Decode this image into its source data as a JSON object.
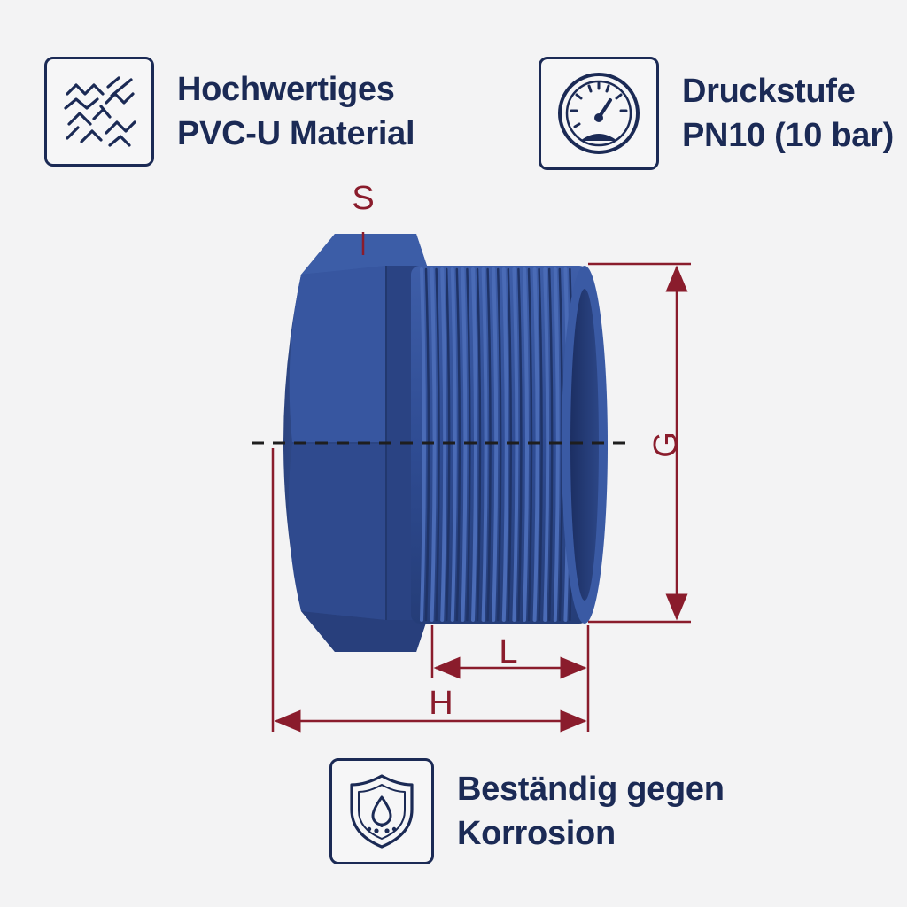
{
  "features": {
    "material": {
      "icon": "crosshatch-material-icon",
      "line1": "Hochwertiges",
      "line2": "PVC-U Material"
    },
    "pressure": {
      "icon": "pressure-gauge-icon",
      "line1": "Druckstufe",
      "line2": "PN10 (10 bar)"
    },
    "corrosion": {
      "icon": "shield-droplet-icon",
      "line1": "Beständig gegen",
      "line2": "Korrosion"
    }
  },
  "dimensions": {
    "hex_width": "S",
    "thread_diameter": "G",
    "thread_length": "L",
    "total_length": "H"
  },
  "colors": {
    "navy": "#1b2a55",
    "product_blue": "#33519a",
    "dimension_red": "#8a1c2c"
  }
}
